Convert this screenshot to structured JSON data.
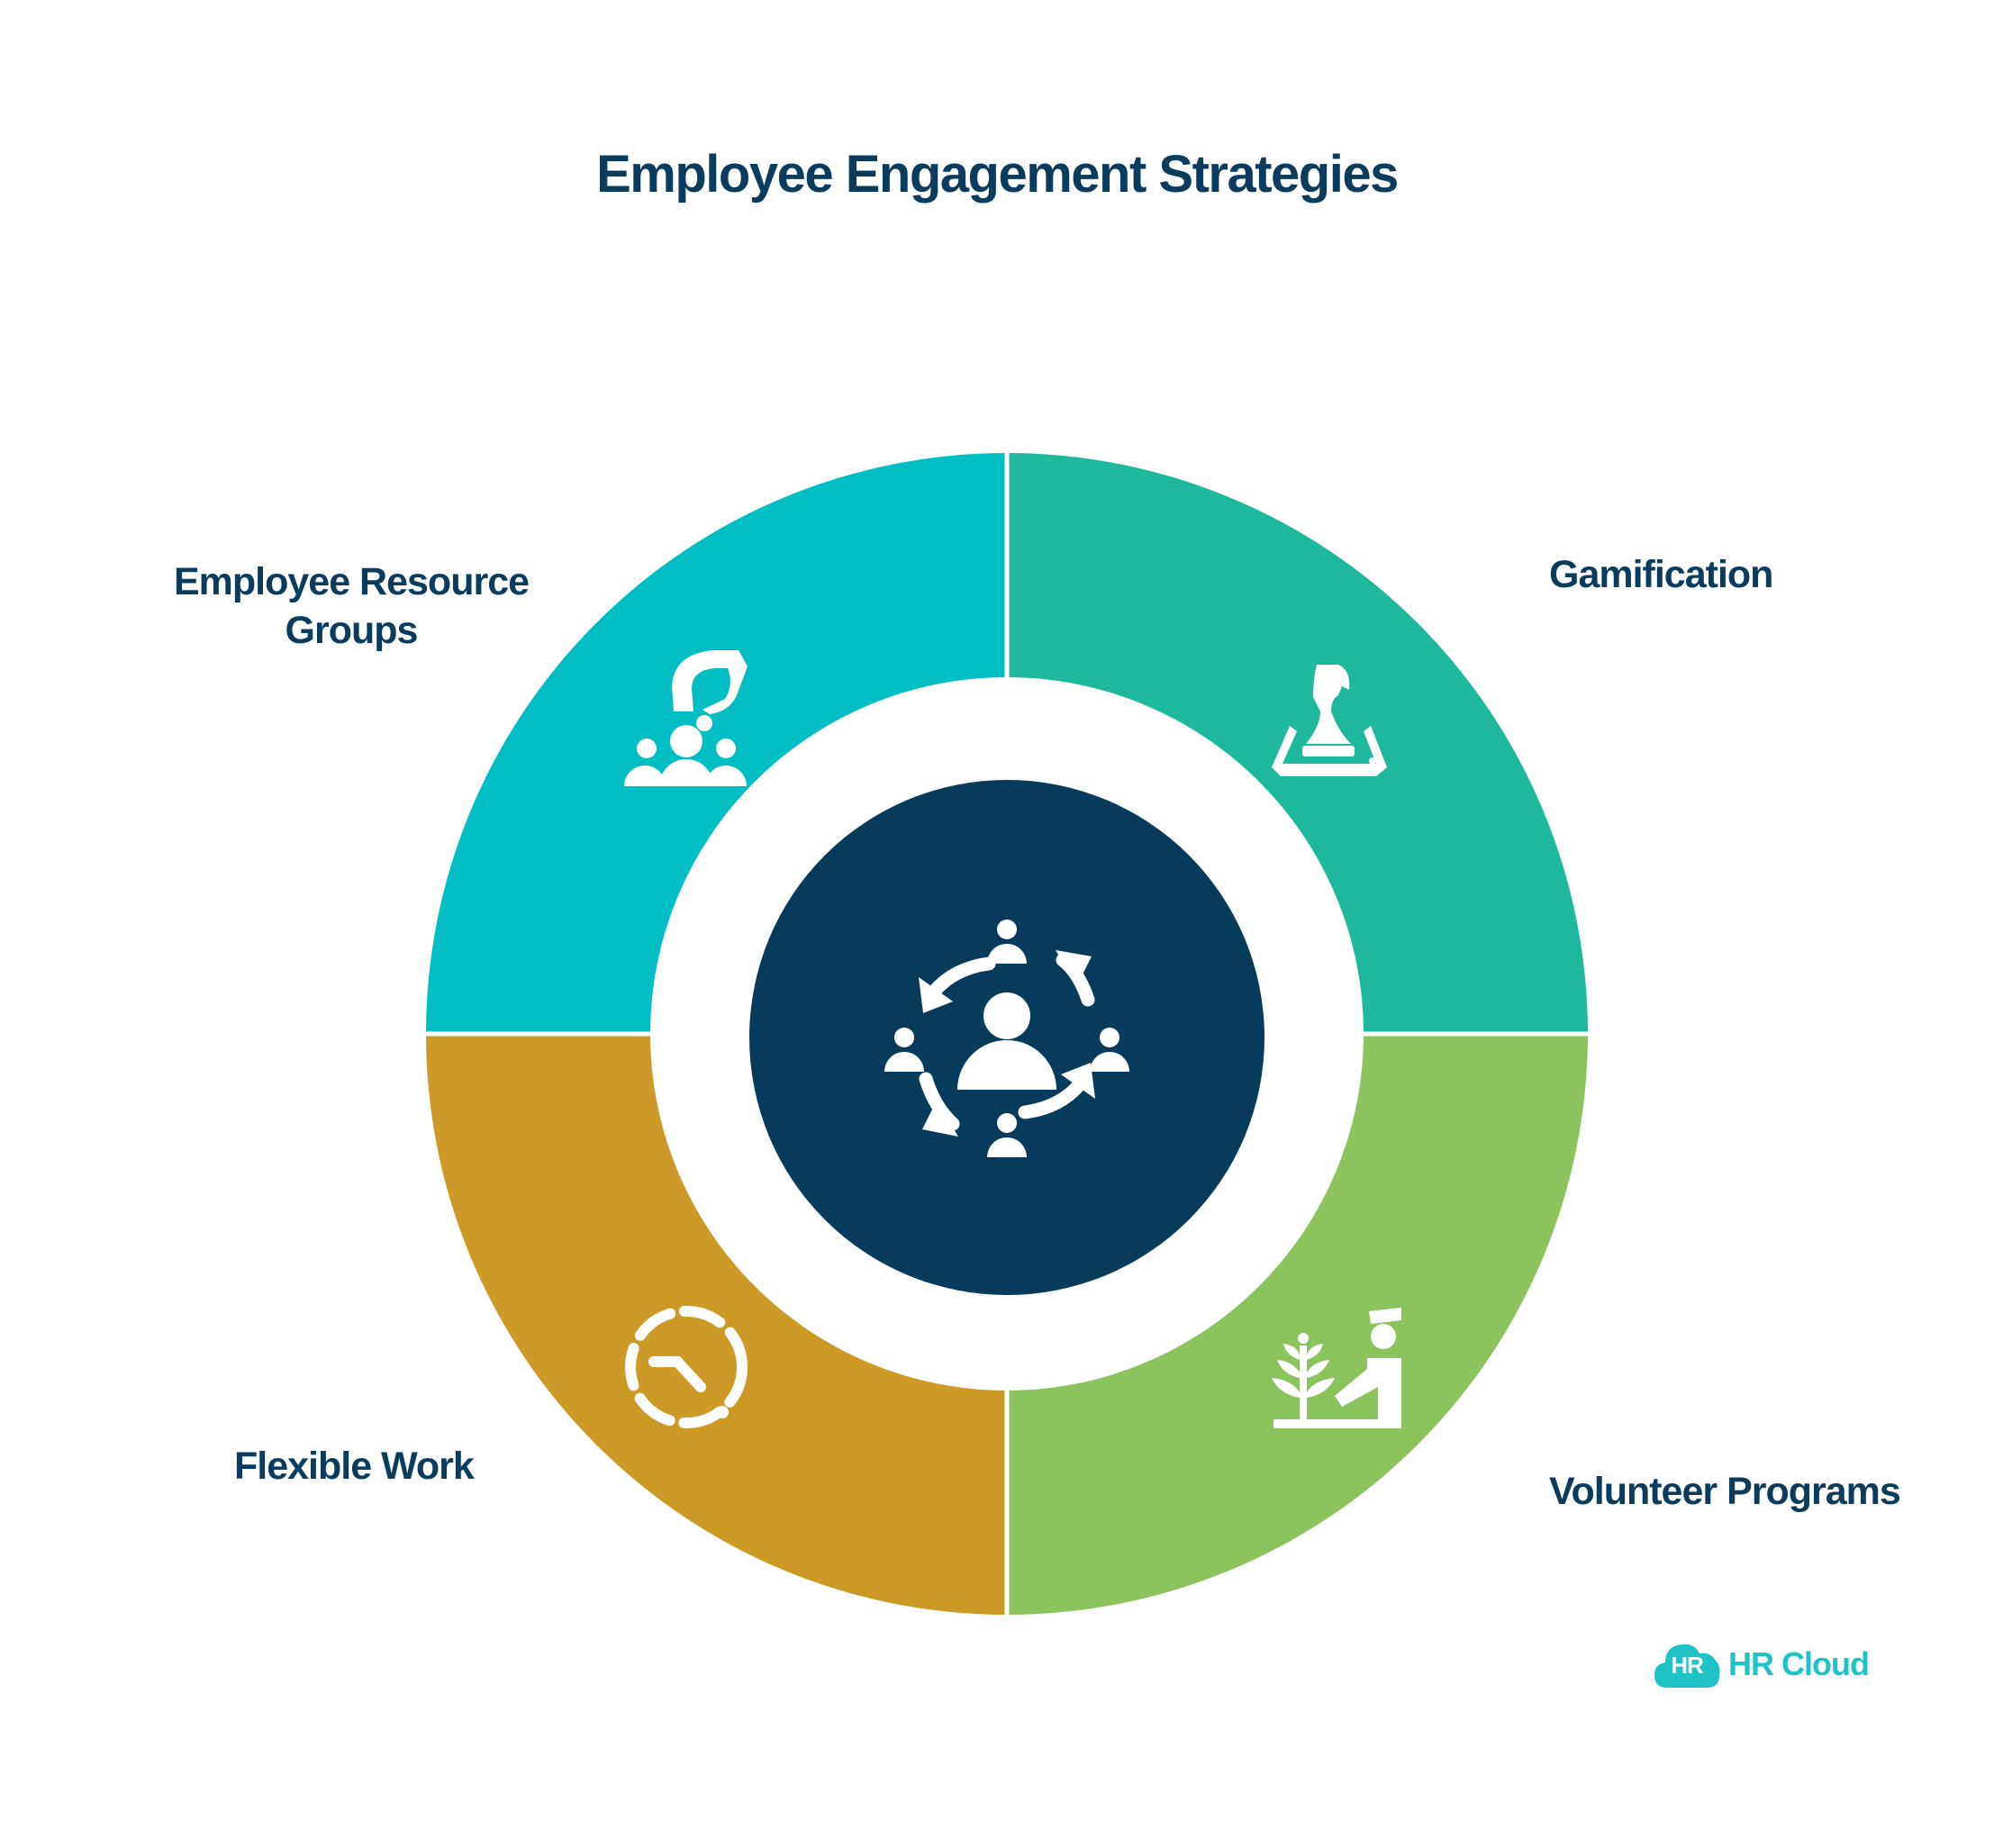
{
  "title": "Employee Engagement Strategies",
  "segments": [
    {
      "label": "Employee Resource\nGroups",
      "color": "#00bec4",
      "icon": "group-idea-icon"
    },
    {
      "label": "Gamification",
      "color": "#1eb89c",
      "icon": "chess-knight-icon"
    },
    {
      "label": "Volunteer Programs",
      "color": "#8cc35d",
      "icon": "volunteer-planting-icon"
    },
    {
      "label": "Flexible Work",
      "color": "#cd9a27",
      "icon": "flexible-clock-icon"
    }
  ],
  "center": {
    "color": "#073b5b",
    "icon": "team-engagement-cycle-icon"
  },
  "brand": {
    "mark": "HR",
    "name": "HR Cloud",
    "color": "#1ec3c8"
  }
}
